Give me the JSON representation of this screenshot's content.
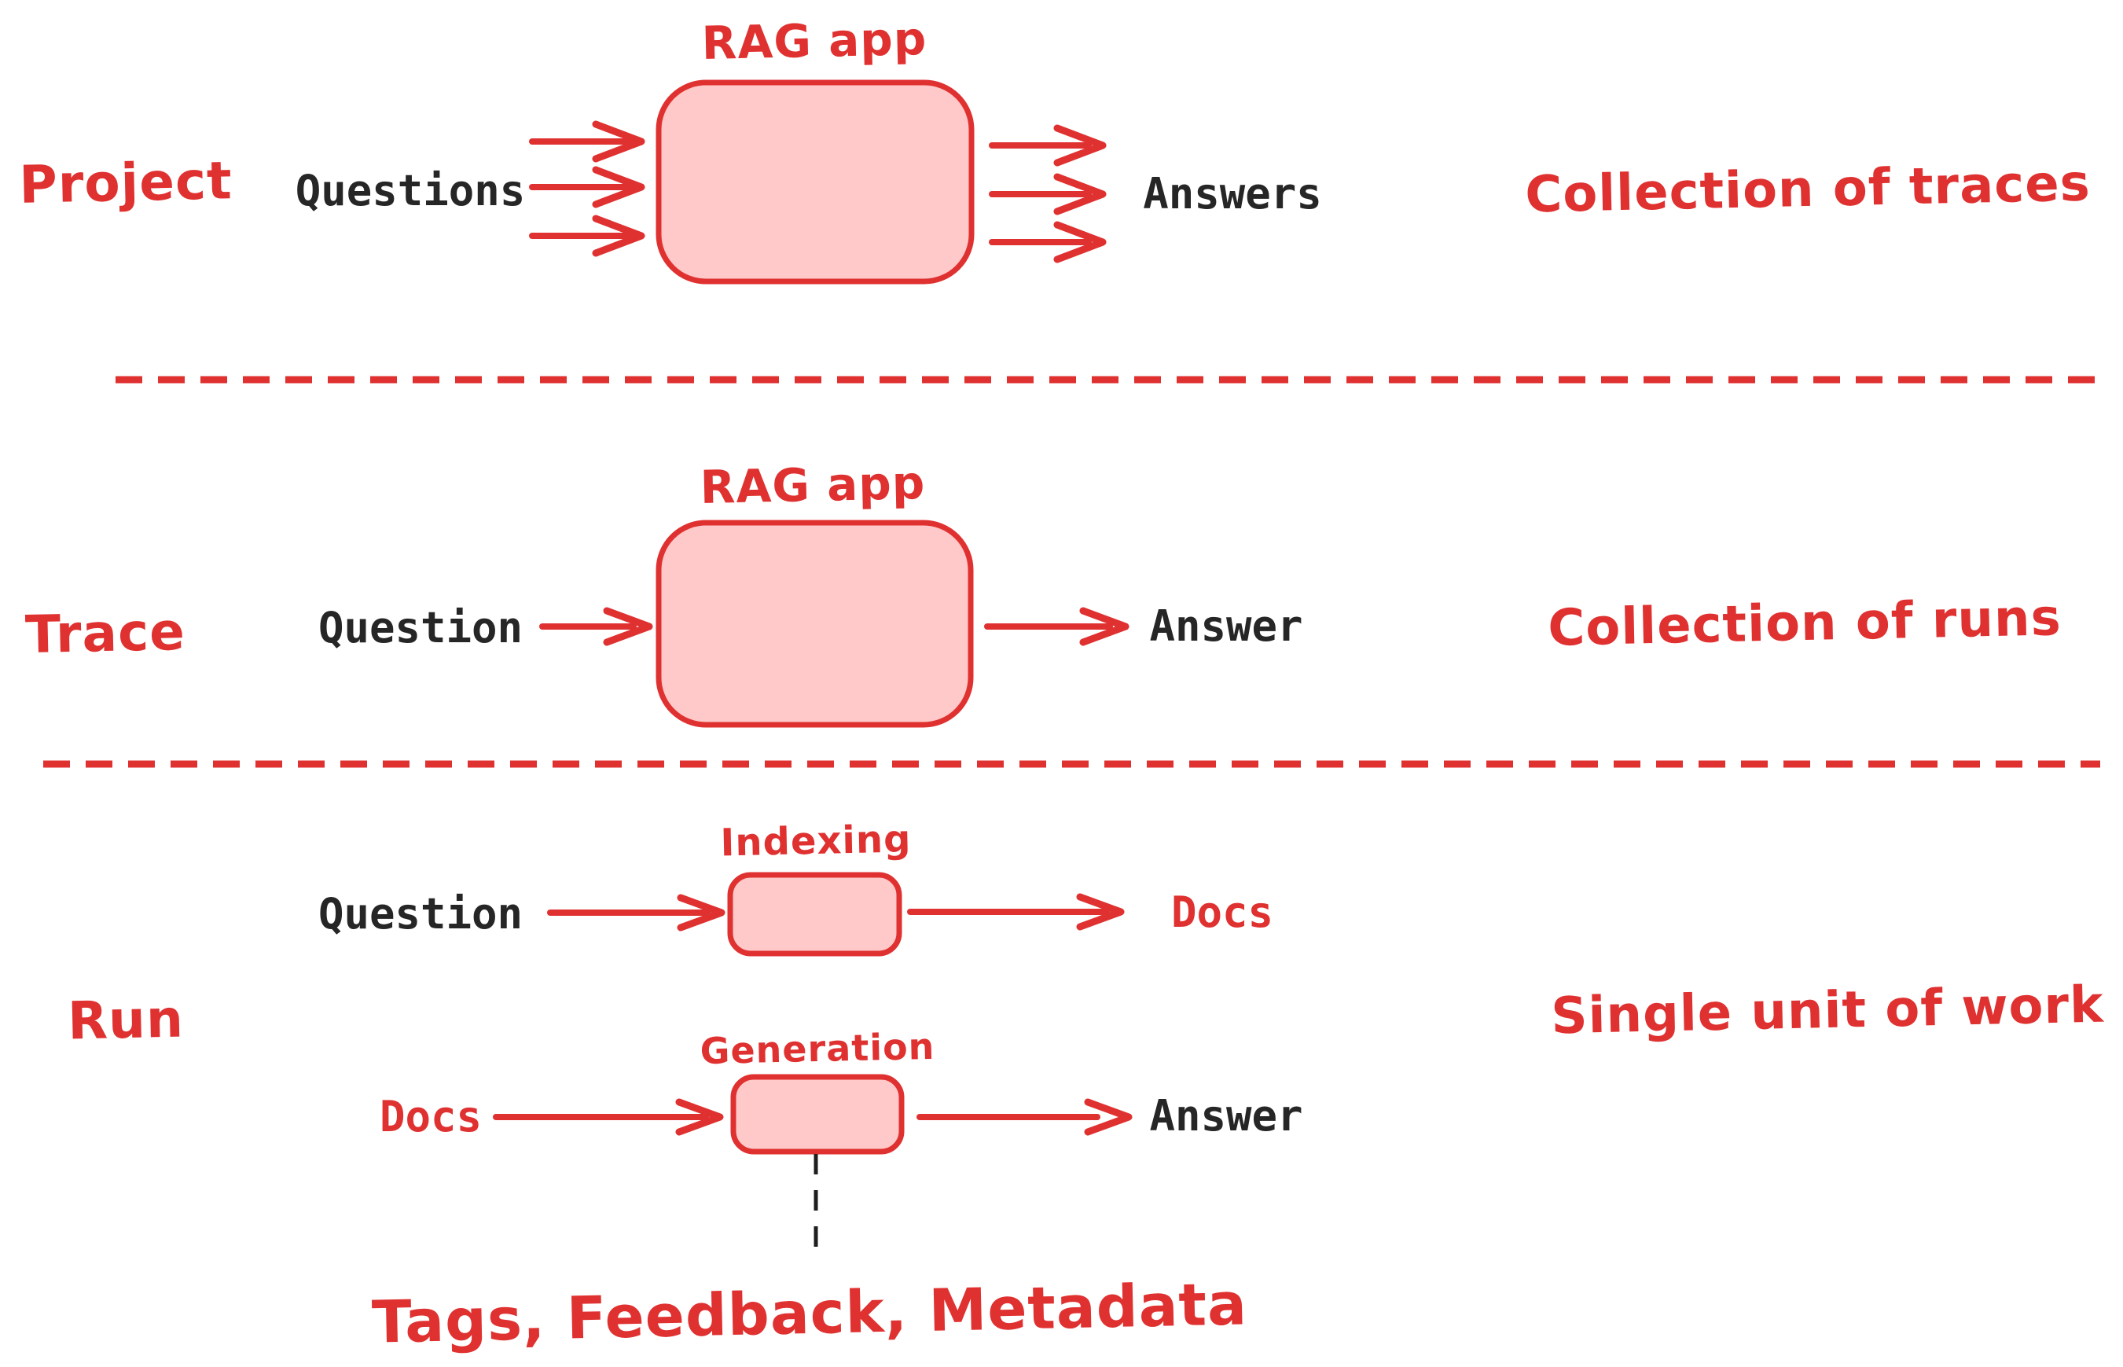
{
  "colors": {
    "accent_red": "#e03131",
    "box_fill_pink": "#ffc9c9",
    "text_black": "#262626",
    "background": "#ffffff"
  },
  "rows": {
    "project": {
      "label": "Project",
      "app_title": "RAG app",
      "input": "Questions",
      "output": "Answers",
      "note": "Collection of traces"
    },
    "trace": {
      "label": "Trace",
      "app_title": "RAG app",
      "input": "Question",
      "output": "Answer",
      "note": "Collection of runs"
    },
    "run": {
      "label": "Run",
      "note": "Single unit of work",
      "indexing": {
        "title": "Indexing",
        "input": "Question",
        "output": "Docs"
      },
      "generation": {
        "title": "Generation",
        "input": "Docs",
        "output": "Answer"
      },
      "annotation": "Tags, Feedback, Metadata"
    }
  }
}
